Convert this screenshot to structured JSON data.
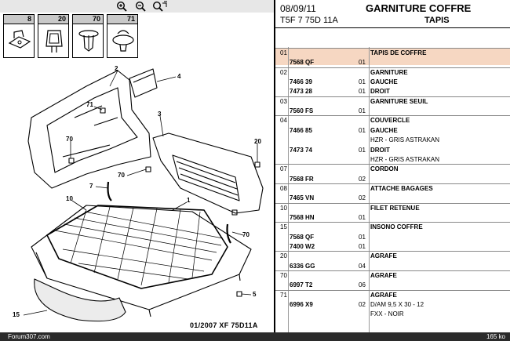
{
  "header": {
    "date": "08/09/11",
    "title": "GARNITURE COFFRE",
    "ref": "T5F 7 75D 11A",
    "subtitle": "TAPIS"
  },
  "thumbnails": [
    "8",
    "20",
    "70",
    "71"
  ],
  "diagram": {
    "caption": "01/2007   XF 75D11A",
    "callouts": [
      "2",
      "4",
      "71",
      "3",
      "70",
      "20",
      "70",
      "7",
      "10",
      "1",
      "70",
      "5",
      "15"
    ]
  },
  "status": {
    "site": "Forum307.com",
    "size": "165 ko"
  },
  "colors": {
    "highlight": "#f6d7c2",
    "toolbar": "#e7e7e7",
    "statusbar": "#2b2b2b"
  },
  "rows": [
    {
      "grp": "01",
      "ref": "",
      "qty": "",
      "desc": "TAPIS DE COFFRE"
    },
    {
      "grp": "",
      "ref": "7568 QF",
      "qty": "01",
      "desc": ""
    },
    {
      "grp": "02",
      "ref": "",
      "qty": "",
      "desc": "GARNITURE"
    },
    {
      "grp": "",
      "ref": "7466 39",
      "qty": "01",
      "desc": "GAUCHE"
    },
    {
      "grp": "",
      "ref": "7473 28",
      "qty": "01",
      "desc": "DROIT"
    },
    {
      "grp": "03",
      "ref": "",
      "qty": "",
      "desc": "GARNITURE SEUIL"
    },
    {
      "grp": "",
      "ref": "7560 FS",
      "qty": "01",
      "desc": ""
    },
    {
      "grp": "04",
      "ref": "",
      "qty": "",
      "desc": "COUVERCLE"
    },
    {
      "grp": "",
      "ref": "7466 85",
      "qty": "01",
      "desc": "GAUCHE"
    },
    {
      "grp": "",
      "ref": "",
      "qty": "",
      "desc": "HZR - GRIS ASTRAKAN"
    },
    {
      "grp": "",
      "ref": "7473 74",
      "qty": "01",
      "desc": "DROIT"
    },
    {
      "grp": "",
      "ref": "",
      "qty": "",
      "desc": "HZR - GRIS ASTRAKAN"
    },
    {
      "grp": "07",
      "ref": "",
      "qty": "",
      "desc": "CORDON"
    },
    {
      "grp": "",
      "ref": "7568 FR",
      "qty": "02",
      "desc": ""
    },
    {
      "grp": "08",
      "ref": "",
      "qty": "",
      "desc": "ATTACHE BAGAGES"
    },
    {
      "grp": "",
      "ref": "7465 VN",
      "qty": "02",
      "desc": ""
    },
    {
      "grp": "10",
      "ref": "",
      "qty": "",
      "desc": "FILET RETENUE"
    },
    {
      "grp": "",
      "ref": "7568 HN",
      "qty": "01",
      "desc": ""
    },
    {
      "grp": "15",
      "ref": "",
      "qty": "",
      "desc": "INSONO COFFRE"
    },
    {
      "grp": "",
      "ref": "7568 QF",
      "qty": "01",
      "desc": ""
    },
    {
      "grp": "",
      "ref": "7400 W2",
      "qty": "01",
      "desc": ""
    },
    {
      "grp": "20",
      "ref": "",
      "qty": "",
      "desc": "AGRAFE"
    },
    {
      "grp": "",
      "ref": "6336 GG",
      "qty": "04",
      "desc": ""
    },
    {
      "grp": "70",
      "ref": "",
      "qty": "",
      "desc": "AGRAFE"
    },
    {
      "grp": "",
      "ref": "6997 T2",
      "qty": "06",
      "desc": ""
    },
    {
      "grp": "71",
      "ref": "",
      "qty": "",
      "desc": "AGRAFE"
    },
    {
      "grp": "",
      "ref": "6996 X9",
      "qty": "02",
      "desc": "D/AM 9,5 X 30 - 12"
    },
    {
      "grp": "",
      "ref": "",
      "qty": "",
      "desc": "FXX - NOIR"
    }
  ]
}
